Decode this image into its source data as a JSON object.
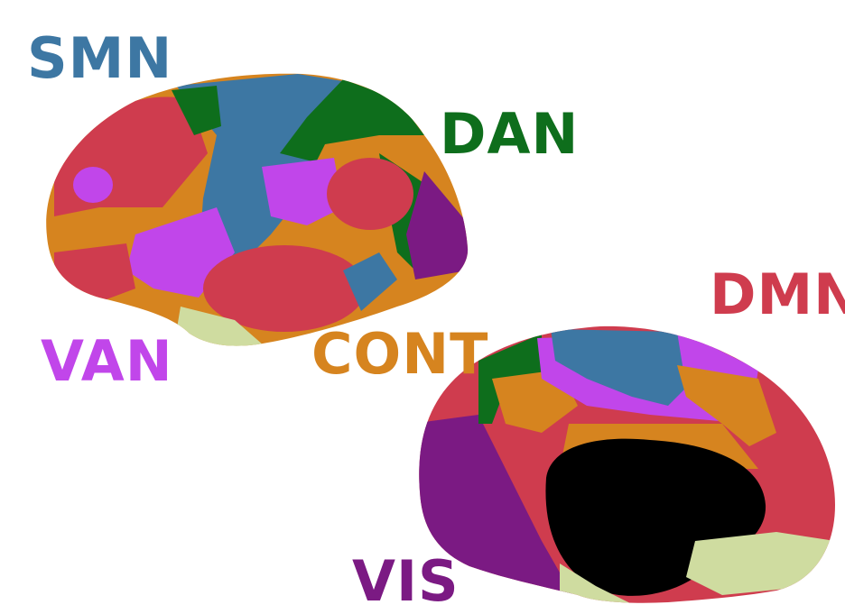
{
  "networks": [
    {
      "id": "smn",
      "label": "SMN",
      "color": "#3d77a3"
    },
    {
      "id": "dan",
      "label": "DAN",
      "color": "#0e6e1c"
    },
    {
      "id": "dmn",
      "label": "DMN",
      "color": "#cf3c4e"
    },
    {
      "id": "van",
      "label": "VAN",
      "color": "#c146ea"
    },
    {
      "id": "cont",
      "label": "CONT",
      "color": "#d6841f"
    },
    {
      "id": "vis",
      "label": "VIS",
      "color": "#7b1a83"
    }
  ],
  "colors": {
    "limbic": "#cfdca0",
    "medial_wall": "#000000",
    "background": "#ffffff"
  },
  "brain_views": [
    "lateral-hemisphere",
    "medial-hemisphere"
  ]
}
